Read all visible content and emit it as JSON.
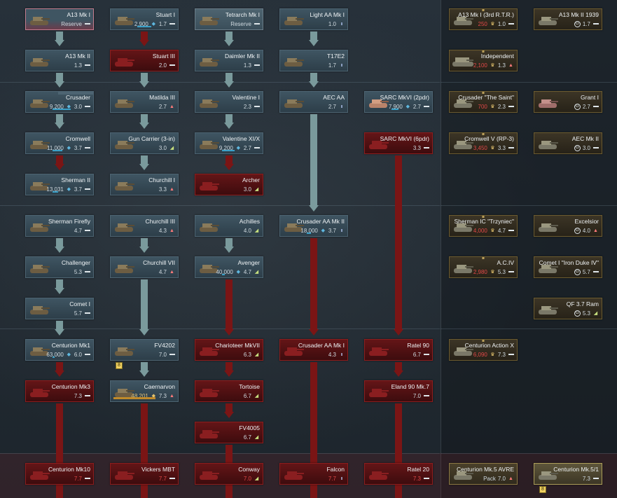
{
  "colors": {
    "research_link": "#7a9a9c",
    "locked_link": "#7a1515",
    "silver_value": "#cfd9df",
    "gold_value": "#e04848"
  },
  "vehicles": {
    "a13_mk1": {
      "name": "A13 Mk I",
      "sub": "Reserve"
    },
    "stuart_1": {
      "name": "Stuart I",
      "value": "2,900",
      "br": "1.7"
    },
    "tetrarch_1": {
      "name": "Tetrarch Mk I",
      "sub": "Reserve"
    },
    "light_aa_1": {
      "name": "Light AA Mk I",
      "br": "1.0"
    },
    "a13_mk2": {
      "name": "A13 Mk II",
      "br": "1.3"
    },
    "stuart_3": {
      "name": "Stuart III",
      "br": "2.0"
    },
    "daimler_2": {
      "name": "Daimler Mk II",
      "br": "1.3"
    },
    "t17e2": {
      "name": "T17E2",
      "br": "1.7"
    },
    "crusader": {
      "name": "Crusader",
      "value": "9,200",
      "br": "3.0"
    },
    "matilda_3": {
      "name": "Matilda III",
      "br": "2.7"
    },
    "valentine_1": {
      "name": "Valentine I",
      "br": "2.3"
    },
    "aec_aa": {
      "name": "AEC AA",
      "br": "2.7"
    },
    "sarc_2pdr": {
      "name": "SARC MkVI (2pdr)",
      "value": "7,900",
      "br": "2.7"
    },
    "cromwell": {
      "name": "Cromwell",
      "value": "11,000",
      "br": "3.7"
    },
    "gun_carrier": {
      "name": "Gun Carrier (3-in)",
      "br": "3.0"
    },
    "valentine_11": {
      "name": "Valentine XI/X",
      "value": "9,200",
      "br": "2.7"
    },
    "sarc_6pdr": {
      "name": "SARC MkVI (6pdr)",
      "br": "3.3"
    },
    "sherman_2": {
      "name": "Sherman II",
      "value": "13,031",
      "br": "3.7"
    },
    "churchill_1": {
      "name": "Churchill I",
      "br": "3.3"
    },
    "archer": {
      "name": "Archer",
      "br": "3.0"
    },
    "firefly": {
      "name": "Sherman Firefly",
      "br": "4.7"
    },
    "churchill_3": {
      "name": "Churchill III",
      "br": "4.3"
    },
    "achilles": {
      "name": "Achilles",
      "br": "4.0"
    },
    "crusader_aa_2": {
      "name": "Crusader AA Mk II",
      "value": "18,000",
      "br": "3.7"
    },
    "challenger": {
      "name": "Challenger",
      "br": "5.3"
    },
    "churchill_7": {
      "name": "Churchill VII",
      "br": "4.7"
    },
    "avenger": {
      "name": "Avenger",
      "value": "40,000",
      "br": "4.7"
    },
    "comet_1": {
      "name": "Comet I",
      "br": "5.7"
    },
    "centurion_1": {
      "name": "Centurion Mk1",
      "value": "63,000",
      "br": "6.0"
    },
    "fv4202": {
      "name": "FV4202",
      "br": "7.0"
    },
    "charioteer": {
      "name": "Charioteer MkVII",
      "br": "6.3"
    },
    "crusader_aa_1": {
      "name": "Crusader AA Mk I",
      "br": "4.3"
    },
    "ratel_90": {
      "name": "Ratel 90",
      "br": "6.7"
    },
    "centurion_3": {
      "name": "Centurion Mk3",
      "br": "7.3"
    },
    "caernarvon": {
      "name": "Caernarvon",
      "value": "48,201",
      "br": "7.3"
    },
    "tortoise": {
      "name": "Tortoise",
      "br": "6.7"
    },
    "eland": {
      "name": "Eland 90 Mk.7",
      "br": "7.0"
    },
    "fv4005": {
      "name": "FV4005",
      "br": "6.7"
    },
    "centurion_10": {
      "name": "Centurion Mk10",
      "br": "7.7"
    },
    "vickers": {
      "name": "Vickers MBT",
      "br": "7.7"
    },
    "conway": {
      "name": "Conway",
      "br": "7.0"
    },
    "falcon": {
      "name": "Falcon",
      "br": "7.7"
    },
    "ratel_20": {
      "name": "Ratel 20",
      "br": "7.3"
    },
    "p_a13_rtr": {
      "name": "A13 Mk I (3rd R.T.R.)",
      "value": "250",
      "br": "1.0"
    },
    "p_a13_1939": {
      "name": "A13 Mk II 1939",
      "br": "1.7"
    },
    "p_independent": {
      "name": "Independent",
      "value": "2,100",
      "br": "1.3"
    },
    "p_saint": {
      "name": "Crusader \"The Saint\"",
      "value": "700",
      "br": "2.3"
    },
    "p_grant": {
      "name": "Grant I",
      "br": "2.7"
    },
    "p_cromwell5": {
      "name": "Cromwell V (RP-3)",
      "value": "3,450",
      "br": "3.3"
    },
    "p_aec2": {
      "name": "AEC Mk II",
      "br": "3.0"
    },
    "p_trzyniec": {
      "name": "Sherman IC \"Trzyniec\"",
      "value": "4,000",
      "br": "4.7"
    },
    "p_excelsior": {
      "name": "Excelsior",
      "br": "4.0"
    },
    "p_aciv": {
      "name": "A.C.IV",
      "value": "2,980",
      "br": "5.3"
    },
    "p_comet_iron": {
      "name": "Comet I \"Iron Duke IV\"",
      "br": "5.7"
    },
    "p_qf_ram": {
      "name": "QF 3.7 Ram",
      "br": "5.3"
    },
    "p_centurion_ax": {
      "name": "Centurion Action X",
      "value": "6,090",
      "br": "7.3"
    },
    "p_avre": {
      "name": "Centurion Mk.5 AVRE",
      "sub": "Pack",
      "br": "7.0"
    },
    "p_cent_51": {
      "name": "Centurion Mk.5/1",
      "br": "7.3"
    }
  }
}
